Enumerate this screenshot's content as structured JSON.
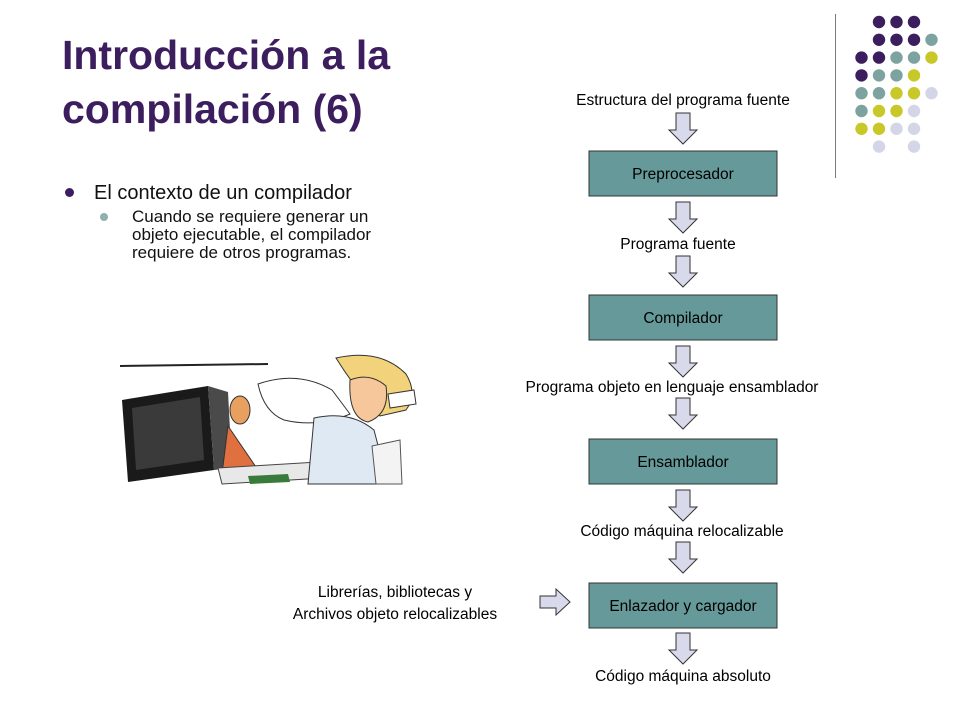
{
  "slide": {
    "title_line1": "Introducción a la",
    "title_line2": "compilación (6)",
    "bullet": "El contexto de un compilador",
    "subbullet_lines": [
      "Cuando se requiere generar un",
      "objeto ejecutable, el compilador",
      "requiere de otros programas."
    ]
  },
  "diagram": {
    "labels": [
      "Estructura del programa fuente",
      "Programa fuente",
      "Programa objeto en lenguaje ensamblador",
      "Código máquina relocalizable",
      "Código máquina absoluto"
    ],
    "boxes": [
      "Preprocesador",
      "Compilador",
      "Ensamblador",
      "Enlazador y cargador"
    ],
    "side_input_lines": [
      "Librerías, bibliotecas y",
      "Archivos objeto relocalizables"
    ]
  },
  "colors": {
    "title": "#3c1e5e",
    "box_fill": "#669999",
    "arrow_fill": "#d9d9ec",
    "dot_purple": "#3c1e5e",
    "dot_teal": "#7da3a1",
    "dot_yellow": "#c8c828",
    "dot_lavender": "#d5d5e8"
  },
  "icons": [
    "down-arrow-icon",
    "right-arrow-icon",
    "decorative-dot-grid-icon",
    "person-at-computer-illustration"
  ]
}
